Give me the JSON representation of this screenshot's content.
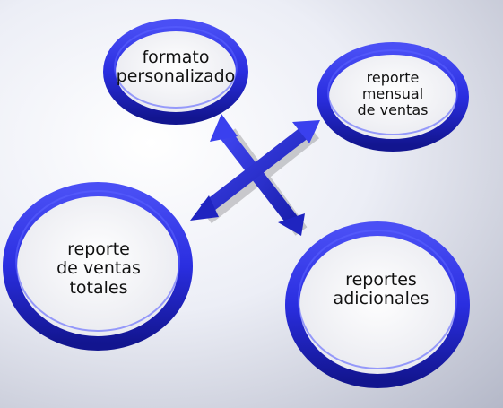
{
  "nodes": {
    "top_left": {
      "lines": [
        "formato",
        "personalizado"
      ]
    },
    "top_right": {
      "lines": [
        "reporte",
        "mensual",
        "de ventas"
      ]
    },
    "bottom_left": {
      "lines": [
        "reporte",
        "de ventas",
        "totales"
      ]
    },
    "bottom_right": {
      "lines": [
        "reportes",
        "adicionales"
      ]
    }
  },
  "colors": {
    "ring": "#2a2ee0",
    "ring_dark": "#10128a",
    "arrow": "#2c31d8",
    "text": "#111111"
  }
}
